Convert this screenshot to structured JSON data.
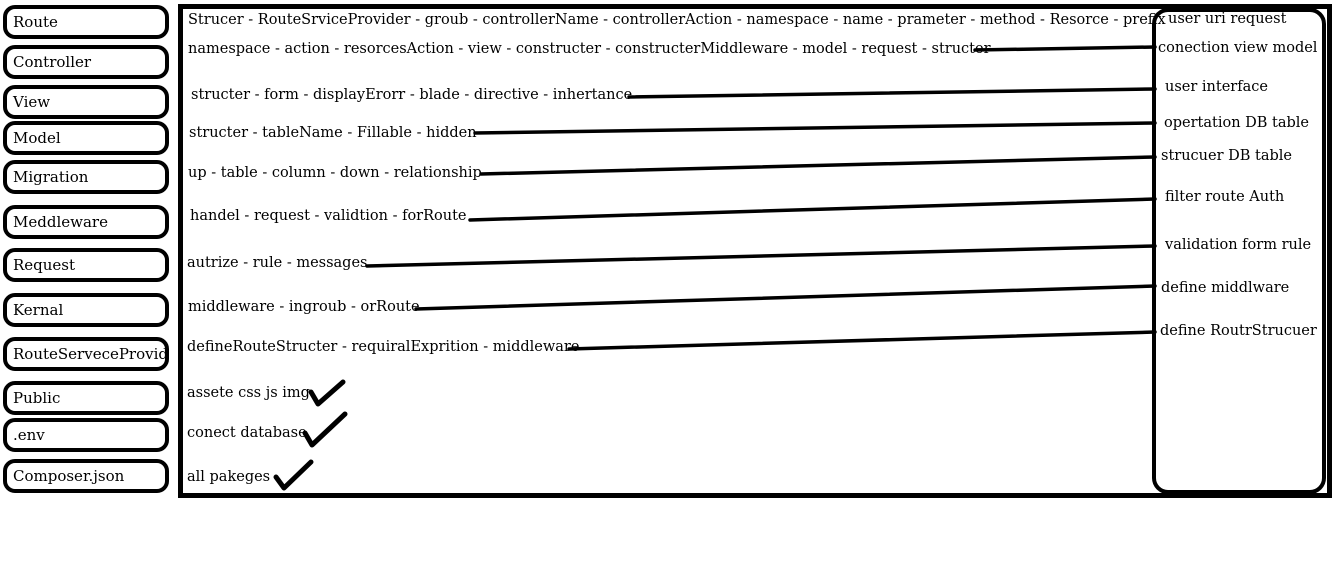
{
  "left_items": [
    "Route",
    "Controller",
    "View",
    "Model",
    "Migration",
    "Meddleware",
    "Request",
    "Kernal",
    "RouteServeceProvider",
    "Public",
    ".env",
    "Composer.json"
  ],
  "descriptions": [
    "Strucer - RouteSrviceProvider - groub - controllerName - controllerAction - namespace - name - prameter - method - Resorce - prefix",
    "namespace - action - resorcesAction - view - constructer - constructerMiddleware - model - request - structer",
    "structer - form - displayErorr - blade - directive - inhertance",
    "structer - tableName - Fillable - hidden",
    "up - table - column - down - relationship",
    "handel - request - validtion - forRoute",
    "autrize - rule - messages",
    "middleware - ingroub - orRoute",
    "defineRouteStructer - requiralExprition - middleware",
    "assete css js img",
    "conect database",
    "all pakeges"
  ],
  "right_labels": [
    "user uri request",
    "conection view model",
    "user interface",
    "opertation DB table",
    "strucuer DB table",
    "filter route Auth",
    "validation form rule",
    "define middlware",
    "define RoutrStrucuer"
  ],
  "checkmarks": [
    "Public",
    ".env",
    "Composer.json"
  ]
}
